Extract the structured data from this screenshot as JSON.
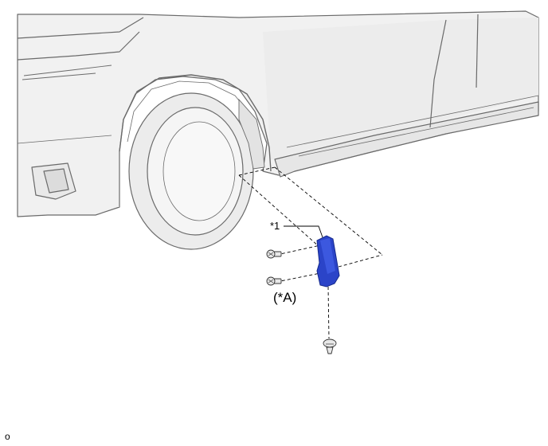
{
  "callouts": {
    "part_label": "*1",
    "note_label": "(*A)",
    "corner_code": "o"
  },
  "colors": {
    "part_highlight": "#2b44c8",
    "body_fill": "#f1f1f1",
    "body_shade": "#e2e2e2",
    "outline": "#6a6a6a",
    "leader": "#000000"
  },
  "parts": {
    "highlighted": "mudguard-piece",
    "fasteners": [
      "screw",
      "screw",
      "clip"
    ]
  }
}
